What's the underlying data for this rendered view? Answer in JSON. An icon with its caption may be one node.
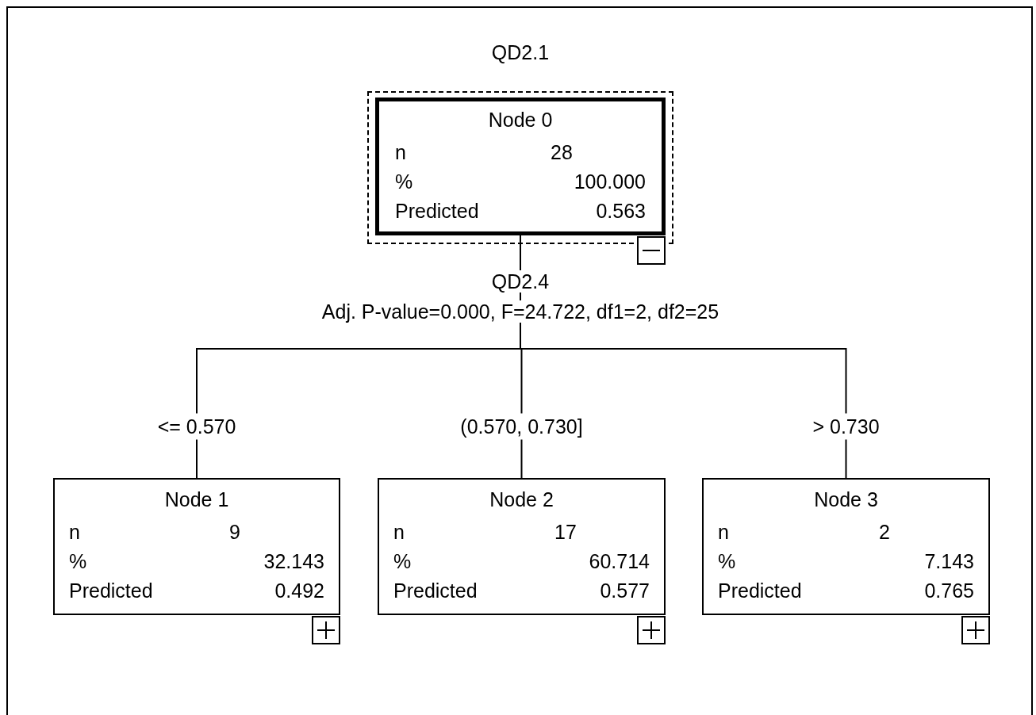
{
  "diagram": {
    "title": "QD2.1",
    "nodes": [
      {
        "text": [
          "Node 0",
          "n",
          "28",
          "%",
          "100.000",
          "Predicted",
          "0.563"
        ]
      },
      {
        "text": [
          "Node 1",
          "n",
          "9",
          "%",
          "32.143",
          "Predicted",
          "0.492"
        ]
      },
      {
        "text": [
          "Node 2",
          "n",
          "17",
          "%",
          "60.714",
          "Predicted",
          "0.577"
        ]
      },
      {
        "text": [
          "Node 3",
          "n",
          "2",
          "%",
          "7.143",
          "Predicted",
          "0.765"
        ]
      }
    ],
    "edges": [
      {
        "from": 0,
        "to": 1,
        "arrow": "none",
        "label": "<= 0.570"
      },
      {
        "from": 0,
        "to": 2,
        "arrow": "none",
        "label": "(0.570, 0.730]"
      },
      {
        "from": 0,
        "to": 3,
        "arrow": "none",
        "label": "> 0.730"
      }
    ],
    "labels": [
      "QD2.4",
      "Adj. P-value=0.000, F=24.722, df1=2, df2=25"
    ]
  }
}
